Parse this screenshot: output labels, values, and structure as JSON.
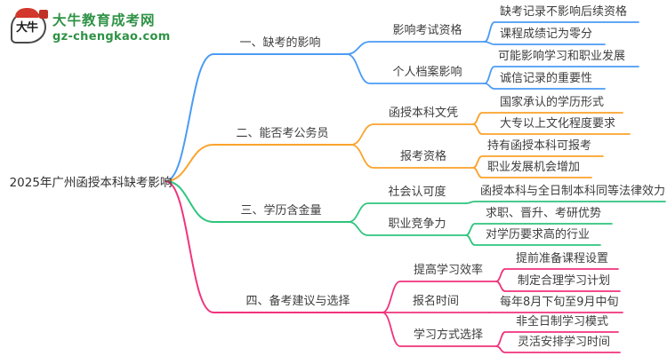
{
  "logo": {
    "name": "大牛教育成考网",
    "domain": "gz-chengkao.com",
    "bubble_text": "大牛",
    "colors": {
      "green": "#2e9245",
      "red": "#d3382c"
    }
  },
  "root": {
    "label": "2025年广州函授本科缺考影响"
  },
  "branches": [
    {
      "label": "一、缺考的影响",
      "color": "#4b9bf5",
      "children": [
        {
          "label": "影响考试资格",
          "children": [
            {
              "label": "缺考记录不影响后续资格"
            },
            {
              "label": "课程成绩记为零分"
            }
          ]
        },
        {
          "label": "个人档案影响",
          "children": [
            {
              "label": "可能影响学习和职业发展"
            },
            {
              "label": "诚信记录的重要性"
            }
          ]
        }
      ]
    },
    {
      "label": "二、能否考公务员",
      "color": "#fba32d",
      "children": [
        {
          "label": "函授本科文凭",
          "children": [
            {
              "label": "国家承认的学历形式"
            },
            {
              "label": "大专以上文化程度要求"
            }
          ]
        },
        {
          "label": "报考资格",
          "children": [
            {
              "label": "持有函授本科可报考"
            },
            {
              "label": "职业发展机会增加"
            }
          ]
        }
      ]
    },
    {
      "label": "三、学历含金量",
      "color": "#2fc57e",
      "children": [
        {
          "label": "社会认可度",
          "children": [
            {
              "label": "函授本科与全日制本科同等法律效力"
            }
          ]
        },
        {
          "label": "职业竞争力",
          "children": [
            {
              "label": "求职、晋升、考研优势"
            },
            {
              "label": "对学历要求高的行业"
            }
          ]
        }
      ]
    },
    {
      "label": "四、备考建议与选择",
      "color": "#f1337c",
      "children": [
        {
          "label": "提高学习效率",
          "children": [
            {
              "label": "提前准备课程设置"
            },
            {
              "label": "制定合理学习计划"
            }
          ]
        },
        {
          "label": "报名时间",
          "children": [
            {
              "label": "每年8月下旬至9月中旬"
            }
          ]
        },
        {
          "label": "学习方式选择",
          "children": [
            {
              "label": "非全日制学习模式"
            },
            {
              "label": "灵活安排学习时间"
            }
          ]
        }
      ]
    }
  ]
}
